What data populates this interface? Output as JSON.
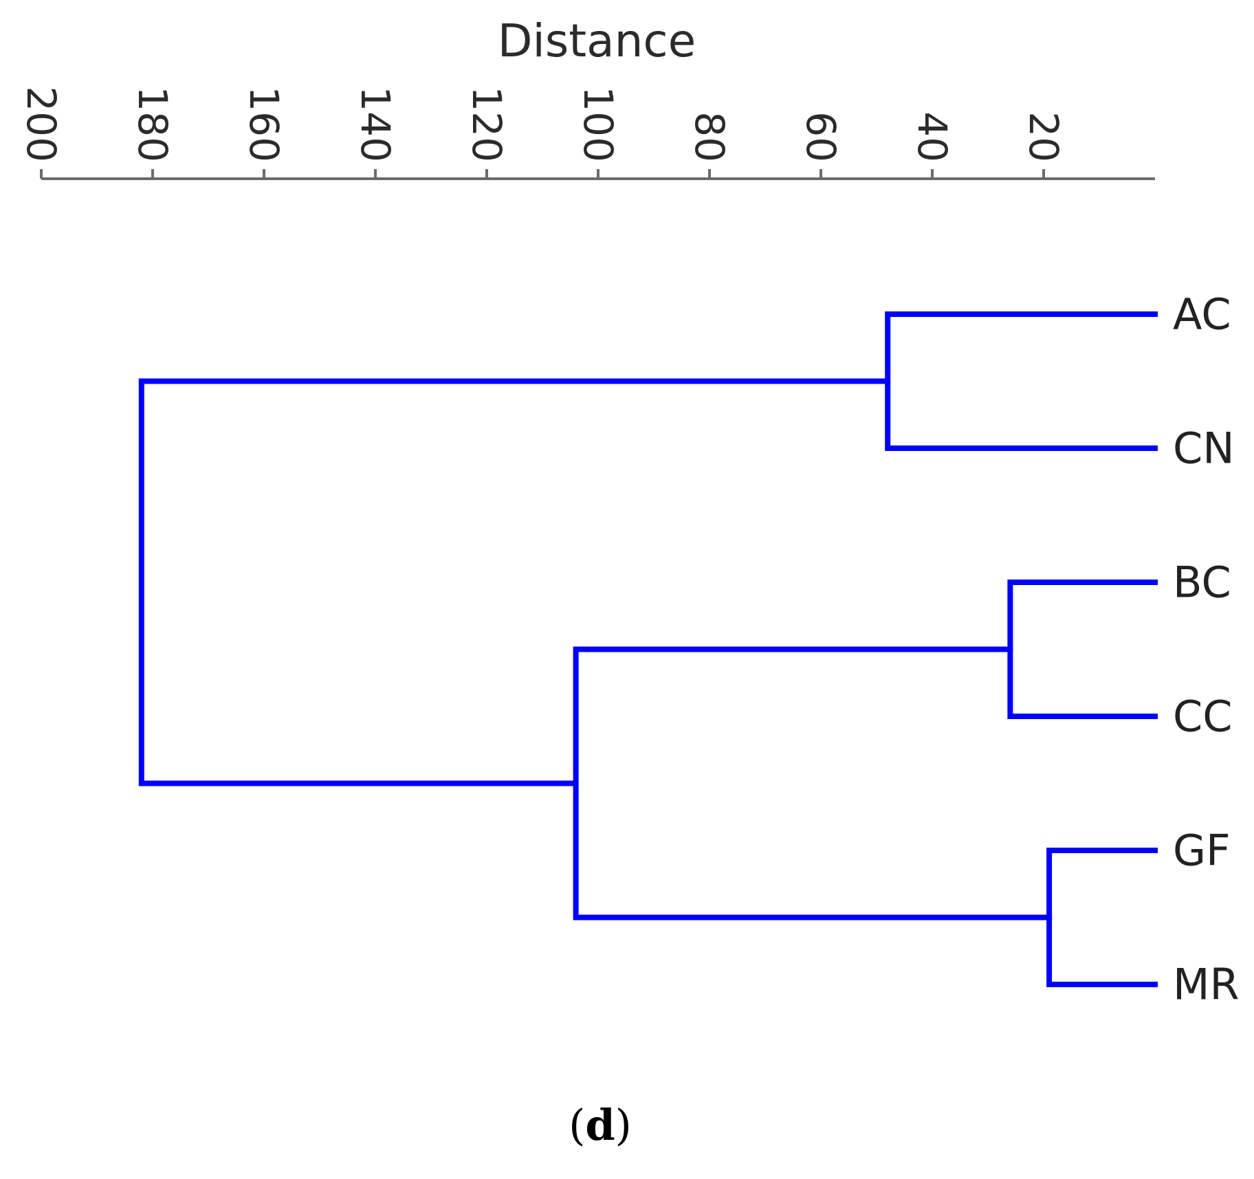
{
  "chart_data": {
    "type": "dendrogram",
    "orientation": "horizontal",
    "xlabel": "Distance",
    "axis_position": "top",
    "xlim": [
      200,
      0
    ],
    "xticks": [
      200,
      180,
      160,
      140,
      120,
      100,
      80,
      60,
      40,
      20
    ],
    "tick_label_rotation": 90,
    "leaves": [
      "AC",
      "CN",
      "BC",
      "CC",
      "GF",
      "MR"
    ],
    "merges": [
      {
        "id": "AC-CN",
        "left": "AC",
        "right": "CN",
        "distance": 48
      },
      {
        "id": "BC-CC",
        "left": "BC",
        "right": "CC",
        "distance": 26
      },
      {
        "id": "GF-MR",
        "left": "GF",
        "right": "MR",
        "distance": 19
      },
      {
        "id": "BC-CC-GF-MR",
        "left": "BC-CC",
        "right": "GF-MR",
        "distance": 104
      },
      {
        "id": "root",
        "left": "AC-CN",
        "right": "BC-CC-GF-MR",
        "distance": 182
      }
    ],
    "branch_color": "#0000ff",
    "grid": false,
    "legend": "none"
  },
  "caption": {
    "open": "(",
    "letter": "d",
    "close": ")"
  }
}
